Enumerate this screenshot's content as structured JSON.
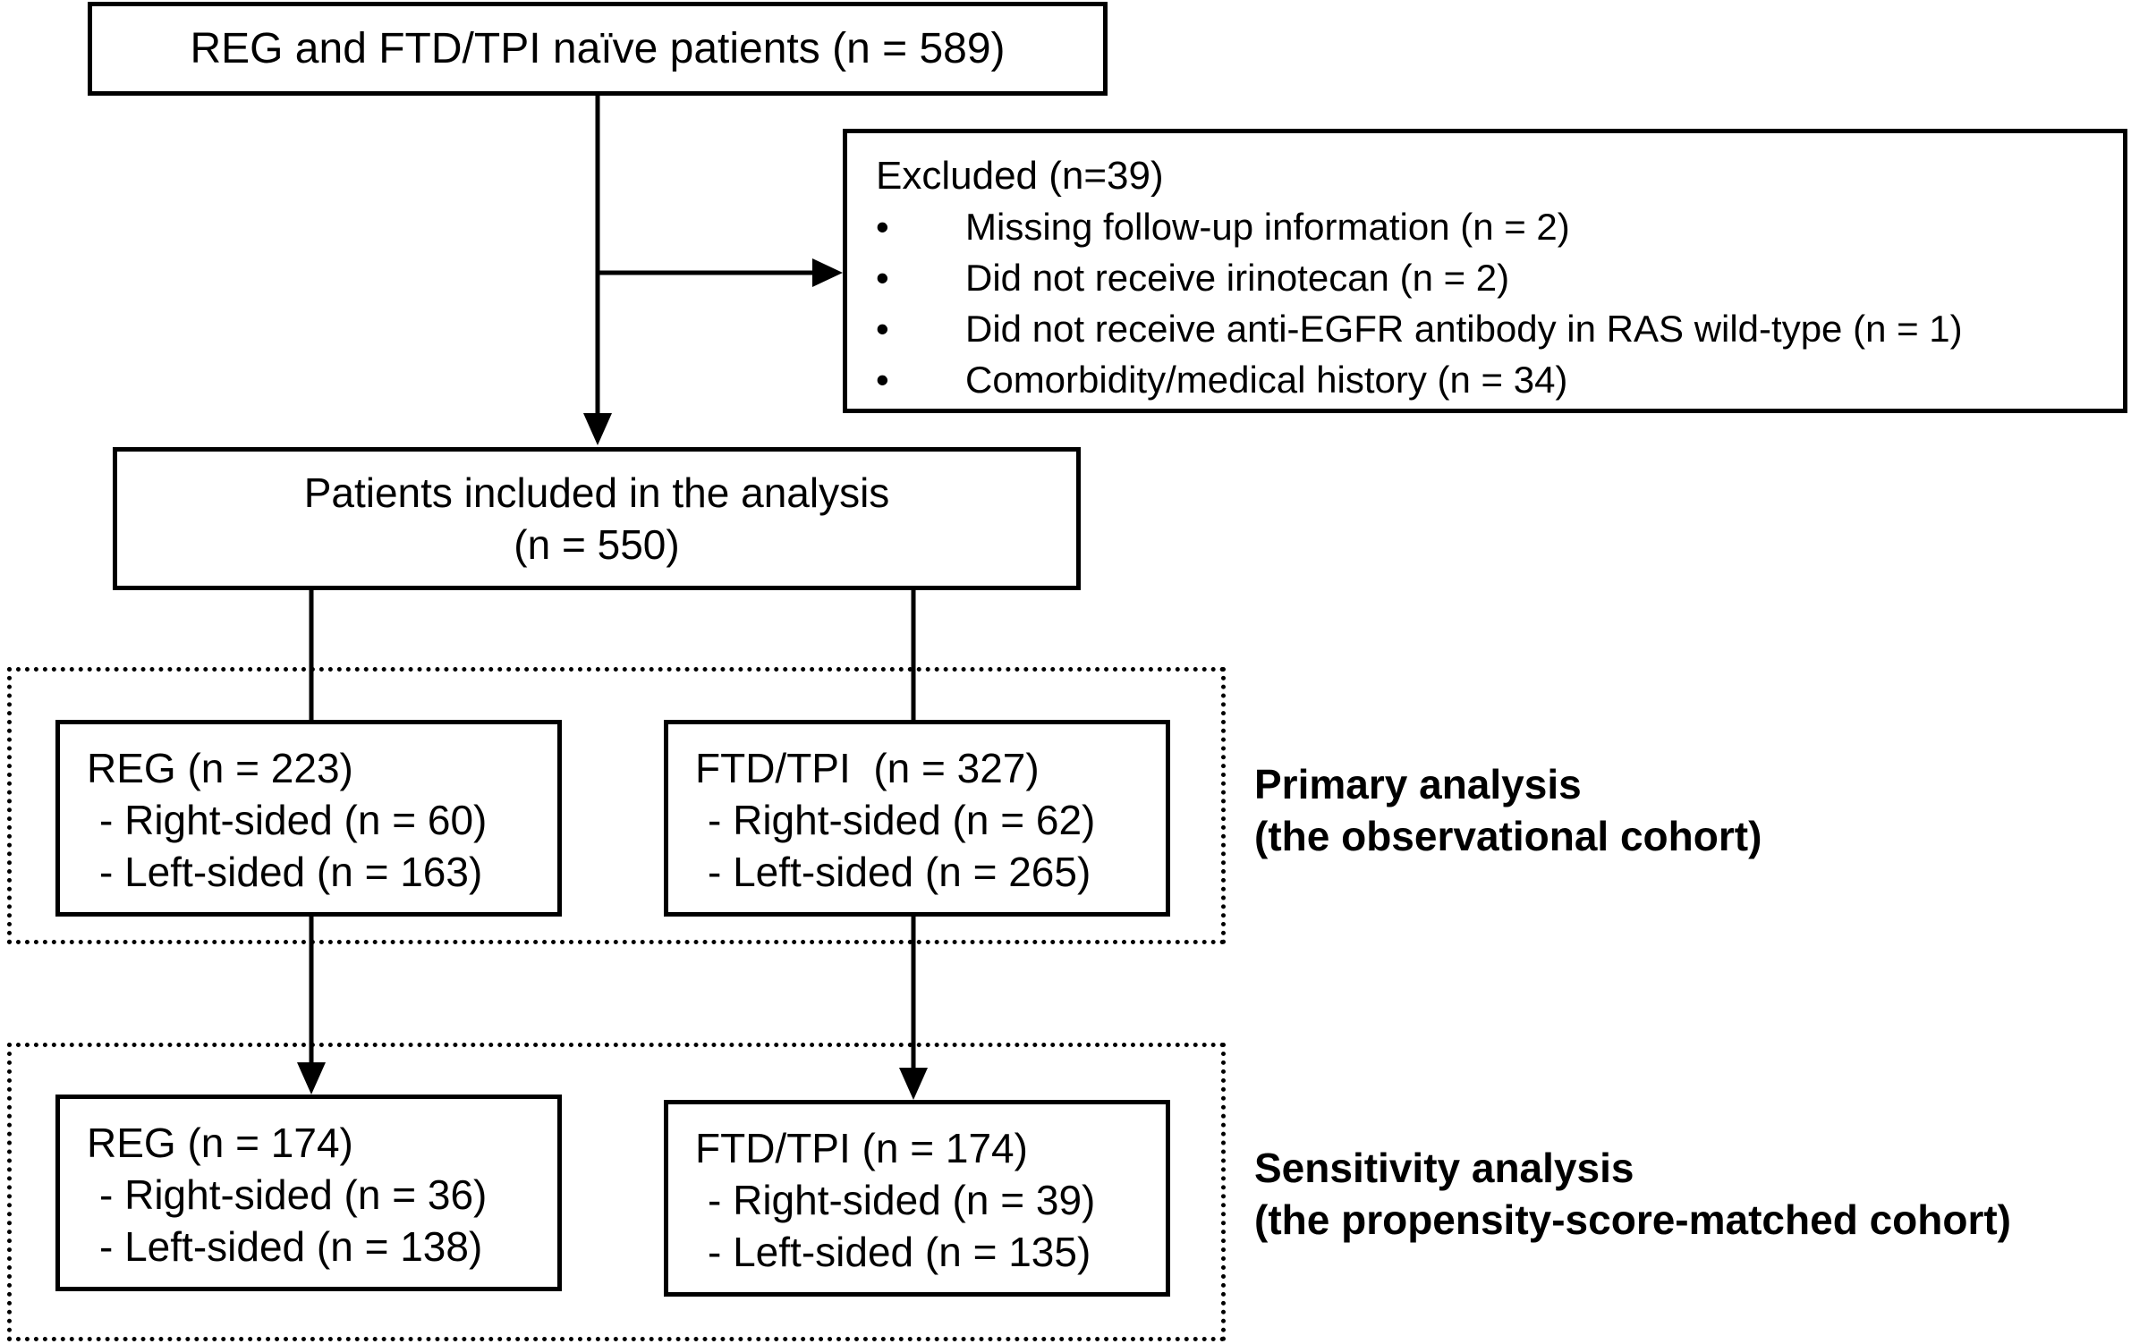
{
  "top_box": {
    "label": "REG and FTD/TPI naïve patients (n = 589)"
  },
  "excluded_box": {
    "title": "Excluded (n=39)",
    "bullet": "•",
    "items": [
      "Missing follow-up information (n = 2)",
      "Did not receive irinotecan (n = 2)",
      "Did not receive anti-EGFR antibody in RAS wild-type (n = 1)",
      "Comorbidity/medical history (n = 34)"
    ]
  },
  "analysis_box": {
    "line1": "Patients included in the analysis",
    "line2": "(n = 550)"
  },
  "primary": {
    "label_line1": "Primary analysis",
    "label_line2": "(the observational cohort)",
    "reg": {
      "title": "REG (n = 223)",
      "right": "- Right-sided (n = 60)",
      "left": "- Left-sided (n = 163)"
    },
    "ftd": {
      "title": "FTD/TPI  (n = 327)",
      "right": "- Right-sided (n = 62)",
      "left": "- Left-sided (n = 265)"
    }
  },
  "sensitivity": {
    "label_line1": "Sensitivity analysis",
    "label_line2": "(the propensity-score-matched cohort)",
    "reg": {
      "title": "REG (n = 174)",
      "right": "- Right-sided (n = 36)",
      "left": "- Left-sided (n = 138)"
    },
    "ftd": {
      "title": "FTD/TPI (n = 174)",
      "right": "- Right-sided (n = 39)",
      "left": "- Left-sided (n = 135)"
    }
  }
}
